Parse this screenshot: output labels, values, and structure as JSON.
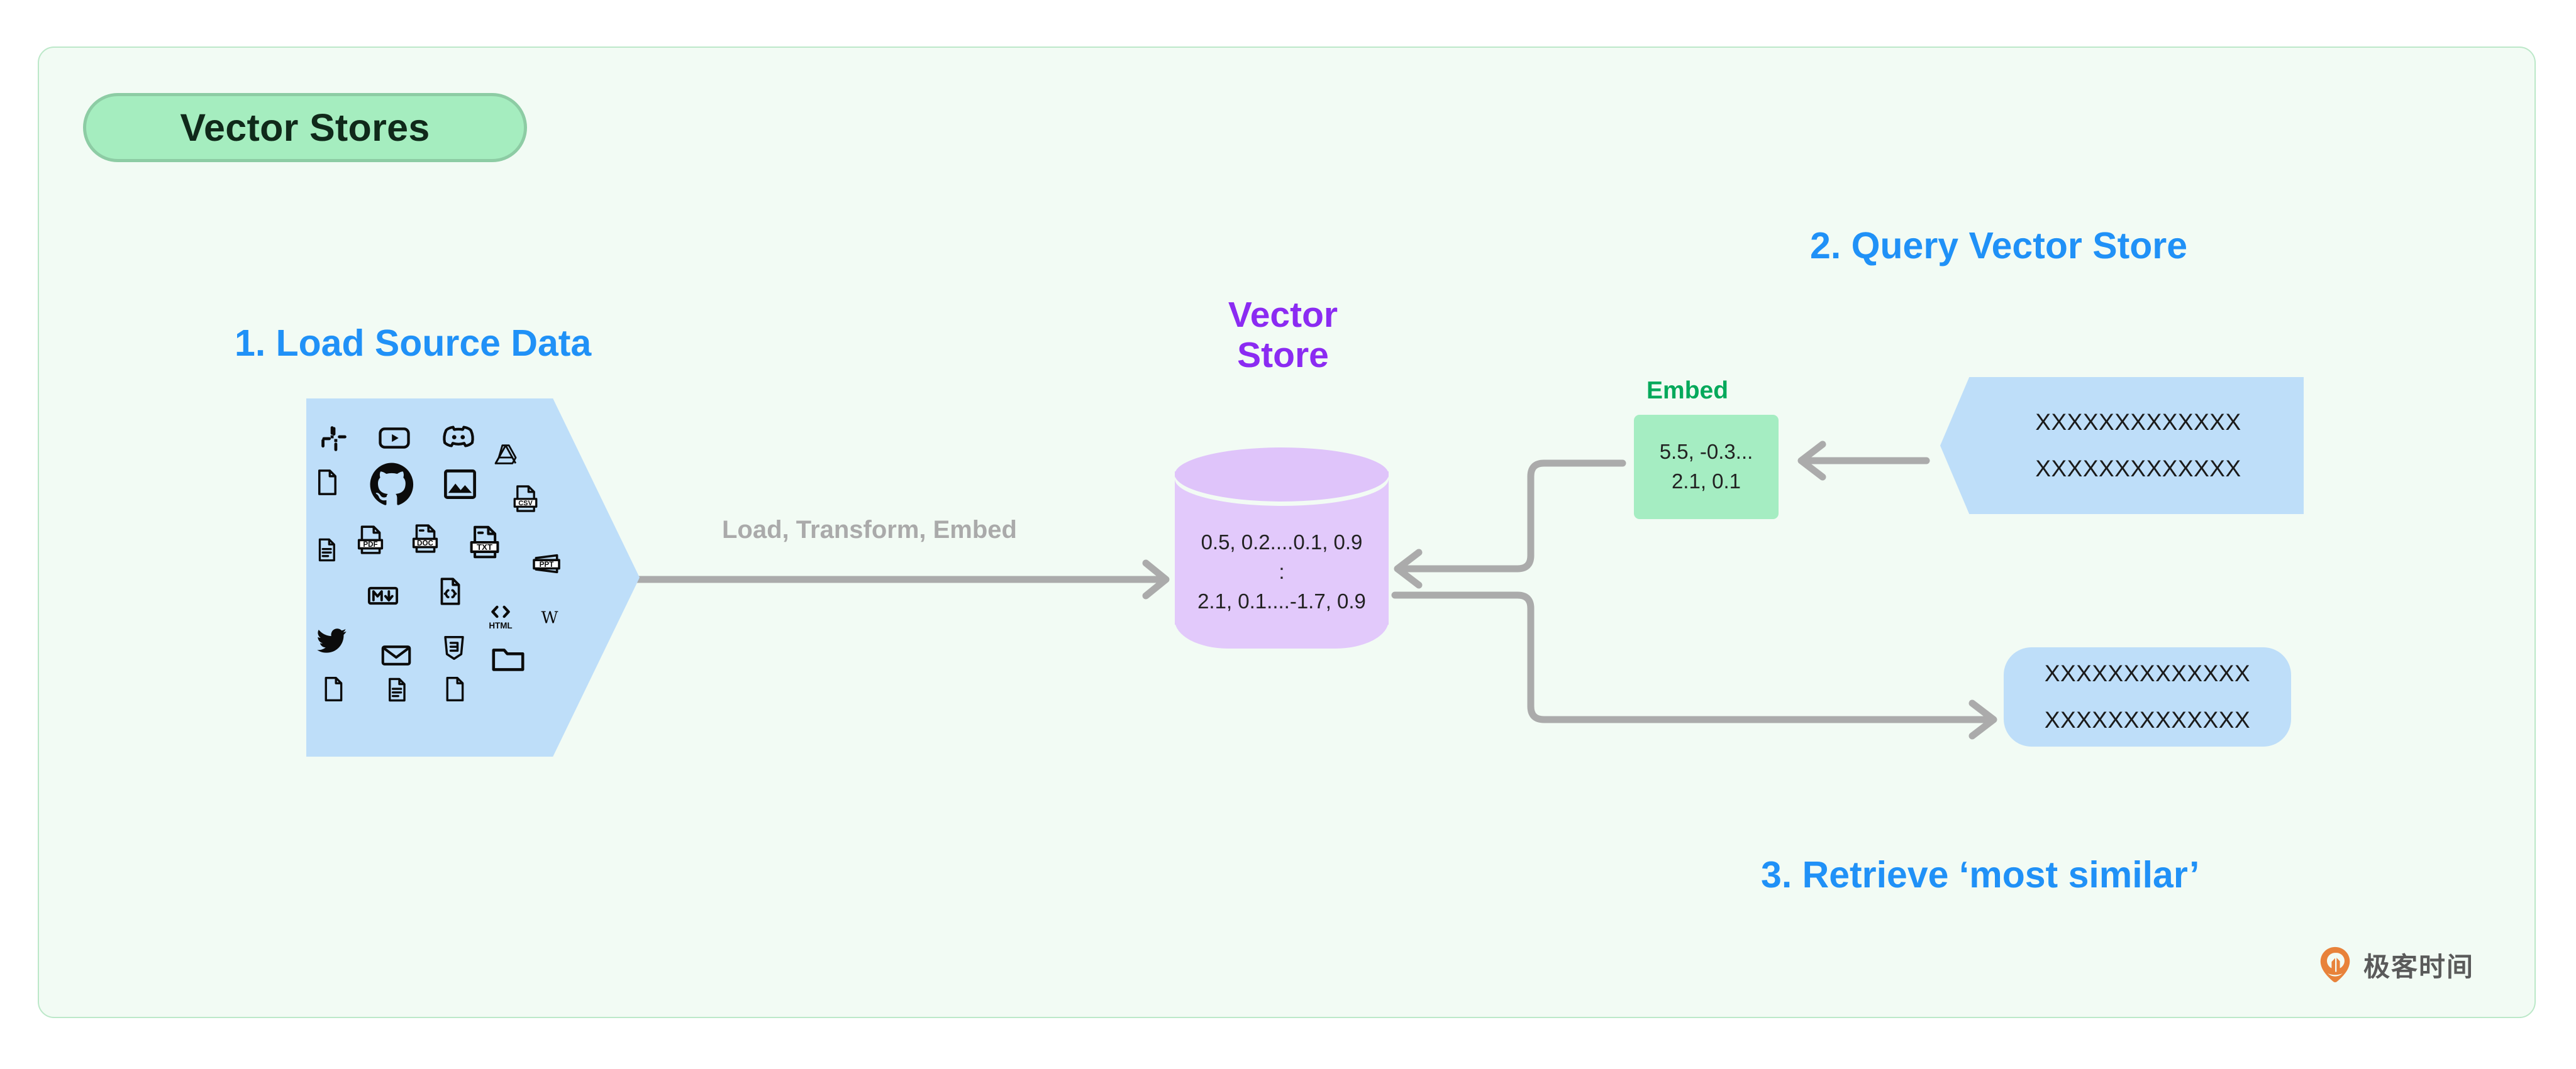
{
  "frame": {
    "background": "#F2FBF4",
    "border_color": "#BCE8C9"
  },
  "title_chip": {
    "label": "Vector Stores",
    "fill": "#A5EDBF",
    "border": "#8DCCA4",
    "text_color": "#10291A"
  },
  "headings": {
    "step1": "1. Load Source Data",
    "step2": "2.  Query Vector Store",
    "step3": "3. Retrieve ‘most similar’",
    "accent_color": "#2091F7"
  },
  "vector_store": {
    "title_line1": "Vector",
    "title_line2": "Store",
    "title_color": "#8B2BF2",
    "cylinder_fill": "#E2C9FB",
    "rows": [
      "0.5, 0.2....0.1, 0.9",
      ":",
      "2.1, 0.1....-1.7, 0.9"
    ]
  },
  "pipeline_arrow": {
    "label": "Load, Transform, Embed",
    "label_color": "#AAAAAA",
    "line_color": "#ABABAB"
  },
  "source_hexagon": {
    "fill": "#BEDEF9",
    "icons": [
      {
        "name": "slack-icon",
        "row": 1,
        "col": 1
      },
      {
        "name": "youtube-icon",
        "row": 1,
        "col": 2
      },
      {
        "name": "discord-icon",
        "row": 1,
        "col": 3
      },
      {
        "name": "file-blank-icon",
        "row": 2,
        "col": 1
      },
      {
        "name": "github-icon",
        "row": 2,
        "col": 2
      },
      {
        "name": "image-icon",
        "row": 2,
        "col": 3
      },
      {
        "name": "google-drive-icon",
        "row": 2,
        "col": 4
      },
      {
        "name": "csv-file-icon",
        "row": 2,
        "col": 5
      },
      {
        "name": "file-lines-icon",
        "row": 3,
        "col": 1
      },
      {
        "name": "pdf-file-icon",
        "row": 3,
        "col": 2
      },
      {
        "name": "doc-file-icon",
        "row": 3,
        "col": 3
      },
      {
        "name": "txt-file-icon",
        "row": 3,
        "col": 4
      },
      {
        "name": "ppt-file-icon",
        "row": 3,
        "col": 5
      },
      {
        "name": "markdown-icon",
        "row": 4,
        "col": 1
      },
      {
        "name": "code-file-icon",
        "row": 4,
        "col": 2
      },
      {
        "name": "html-icon",
        "row": 4,
        "col": 3
      },
      {
        "name": "wikipedia-icon",
        "row": 4,
        "col": 4
      },
      {
        "name": "twitter-icon",
        "row": 5,
        "col": 1
      },
      {
        "name": "email-icon",
        "row": 5,
        "col": 2
      },
      {
        "name": "css3-icon",
        "row": 5,
        "col": 3
      },
      {
        "name": "folder-icon",
        "row": 5,
        "col": 4
      },
      {
        "name": "file-blank-2-icon",
        "row": 6,
        "col": 1
      },
      {
        "name": "file-lines-2-icon",
        "row": 6,
        "col": 2
      },
      {
        "name": "file-blank-3-icon",
        "row": 6,
        "col": 3
      }
    ]
  },
  "embed": {
    "label": "Embed",
    "label_color": "#05A95B",
    "fill": "#A5EDC2",
    "value_line1": "5.5, -0.3...",
    "value_line2": "2.1, 0.1"
  },
  "query_box": {
    "fill": "#BEDEF9",
    "line1": "XXXXXXXXXXXXX",
    "line2": "XXXXXXXXXXXXX"
  },
  "retrieve_box": {
    "fill": "#BEDEF9",
    "line1": "XXXXXXXXXXXXX",
    "line2": "XXXXXXXXXXXXX"
  },
  "watermark": {
    "text": "极客时间",
    "logo_color": "#E8823A"
  }
}
